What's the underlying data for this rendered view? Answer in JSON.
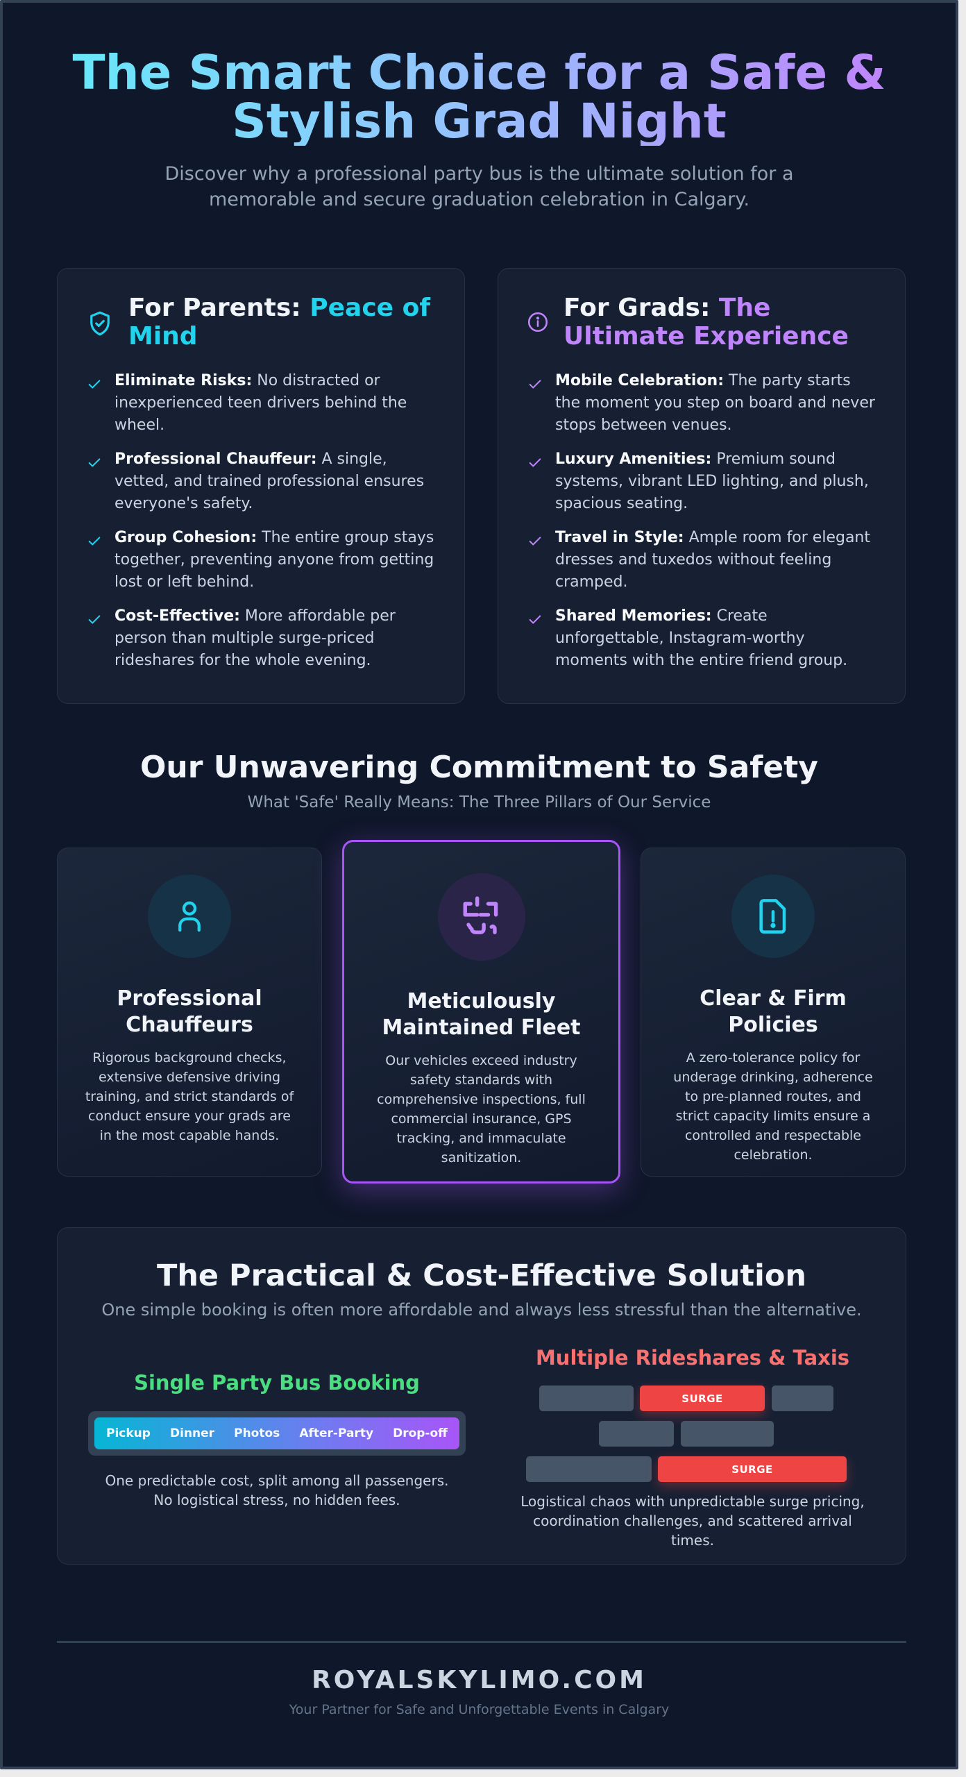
{
  "hero": {
    "title": "The Smart Choice for a Safe & Stylish Grad Night",
    "subtitle": "Discover why a professional party bus is the ultimate solution for a memorable and secure graduation celebration in Calgary."
  },
  "parents": {
    "icon": "shield-check-icon",
    "title_prefix": "For Parents: ",
    "title_accent": "Peace of Mind",
    "accent_color": "#22d3ee",
    "items": [
      {
        "label": "Eliminate Risks:",
        "text": " No distracted or inexperienced teen drivers behind the wheel."
      },
      {
        "label": "Professional Chauffeur:",
        "text": " A single, vetted, and trained professional ensures everyone's safety."
      },
      {
        "label": "Group Cohesion:",
        "text": " The entire group stays together, preventing anyone from getting lost or left behind."
      },
      {
        "label": "Cost-Effective:",
        "text": " More affordable per person than multiple surge-priced rideshares for the whole evening."
      }
    ]
  },
  "grads": {
    "icon": "info-circle-icon",
    "title_prefix": "For Grads: ",
    "title_accent": "The Ultimate Experience",
    "accent_color": "#c084fc",
    "items": [
      {
        "label": "Mobile Celebration:",
        "text": " The party starts the moment you step on board and never stops between venues."
      },
      {
        "label": "Luxury Amenities:",
        "text": " Premium sound systems, vibrant LED lighting, and plush, spacious seating."
      },
      {
        "label": "Travel in Style:",
        "text": " Ample room for elegant dresses and tuxedos without feeling cramped."
      },
      {
        "label": "Shared Memories:",
        "text": " Create unforgettable, Instagram-worthy moments with the entire friend group."
      }
    ]
  },
  "safety": {
    "title": "Our Unwavering Commitment to Safety",
    "subtitle": "What 'Safe' Really Means: The Three Pillars of Our Service",
    "pillars": [
      {
        "icon": "user-icon",
        "title": "Professional Chauffeurs",
        "text": "Rigorous background checks, extensive defensive driving training, and strict standards of conduct ensure your grads are in the most capable hands."
      },
      {
        "icon": "vehicle-scan-icon",
        "title": "Meticulously Maintained Fleet",
        "text": "Our vehicles exceed industry safety standards with comprehensive inspections, full commercial insurance, GPS tracking, and immaculate sanitization.",
        "highlighted": true
      },
      {
        "icon": "file-alert-icon",
        "title": "Clear & Firm Policies",
        "text": "A zero-tolerance policy for underage drinking, adherence to pre-planned routes, and strict capacity limits ensure a controlled and respectable celebration."
      }
    ]
  },
  "practical": {
    "title": "The Practical & Cost-Effective Solution",
    "subtitle": "One simple booking is often more affordable and always less stressful than the alternative.",
    "bus": {
      "title": "Single Party Bus Booking",
      "stops": [
        "Pickup",
        "Dinner",
        "Photos",
        "After-Party",
        "Drop-off"
      ],
      "text": "One predictable cost, split among all passengers. No logistical stress, no hidden fees.",
      "color": "#4ade80"
    },
    "rideshare": {
      "title": "Multiple Rideshares & Taxis",
      "surge_label": "SURGE",
      "text": "Logistical chaos with unpredictable surge pricing, coordination challenges, and scattered arrival times.",
      "color": "#f87171"
    }
  },
  "footer": {
    "brand": "ROYALSKYLIMO.COM",
    "tagline": "Your Partner for Safe and Unforgettable Events in Calgary"
  }
}
